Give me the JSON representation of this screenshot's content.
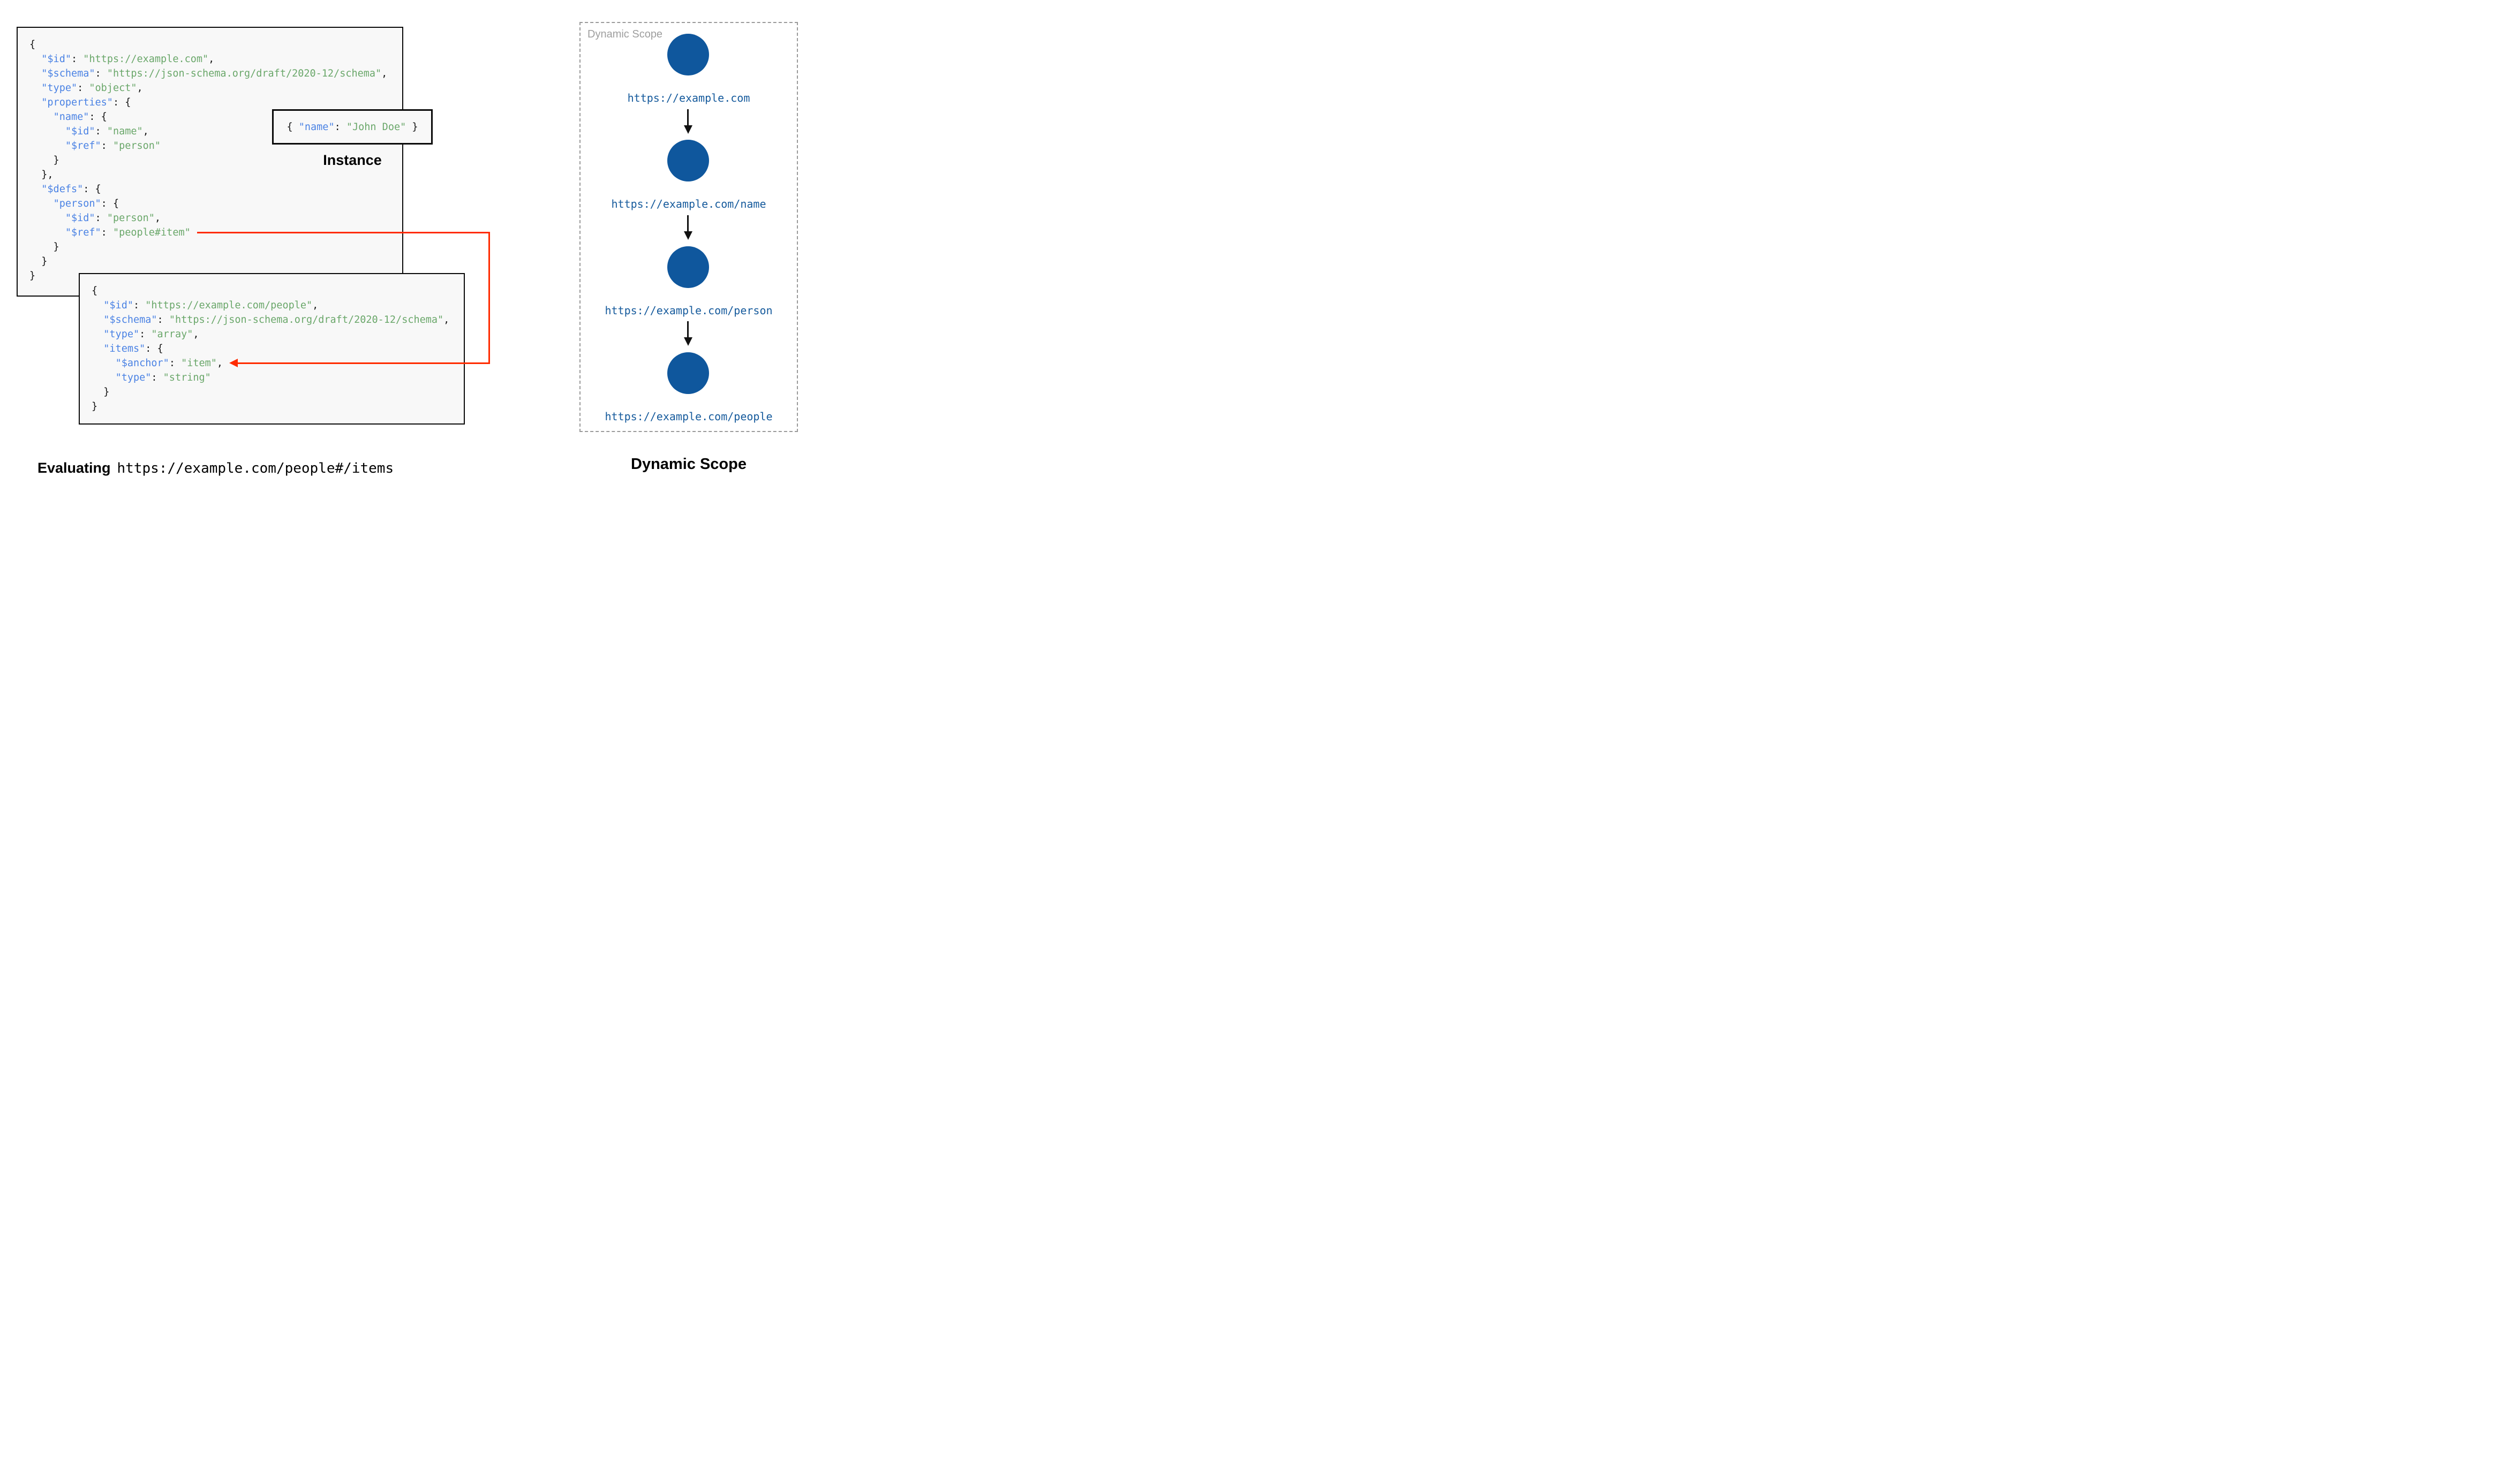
{
  "schema_box": {
    "lines": [
      [
        [
          "p",
          "{"
        ]
      ],
      [
        [
          "p",
          "  "
        ],
        [
          "k",
          "\"$id\""
        ],
        [
          "p",
          ": "
        ],
        [
          "s",
          "\"https://example.com\""
        ],
        [
          "p",
          ","
        ]
      ],
      [
        [
          "p",
          "  "
        ],
        [
          "k",
          "\"$schema\""
        ],
        [
          "p",
          ": "
        ],
        [
          "s",
          "\"https://json-schema.org/draft/2020-12/schema\""
        ],
        [
          "p",
          ","
        ]
      ],
      [
        [
          "p",
          "  "
        ],
        [
          "k",
          "\"type\""
        ],
        [
          "p",
          ": "
        ],
        [
          "s",
          "\"object\""
        ],
        [
          "p",
          ","
        ]
      ],
      [
        [
          "p",
          "  "
        ],
        [
          "k",
          "\"properties\""
        ],
        [
          "p",
          ": {"
        ]
      ],
      [
        [
          "p",
          "    "
        ],
        [
          "k",
          "\"name\""
        ],
        [
          "p",
          ": {"
        ]
      ],
      [
        [
          "p",
          "      "
        ],
        [
          "k",
          "\"$id\""
        ],
        [
          "p",
          ": "
        ],
        [
          "s",
          "\"name\""
        ],
        [
          "p",
          ","
        ]
      ],
      [
        [
          "p",
          "      "
        ],
        [
          "k",
          "\"$ref\""
        ],
        [
          "p",
          ": "
        ],
        [
          "s",
          "\"person\""
        ]
      ],
      [
        [
          "p",
          "    }"
        ]
      ],
      [
        [
          "p",
          "  },"
        ]
      ],
      [
        [
          "p",
          "  "
        ],
        [
          "k",
          "\"$defs\""
        ],
        [
          "p",
          ": {"
        ]
      ],
      [
        [
          "p",
          "    "
        ],
        [
          "k",
          "\"person\""
        ],
        [
          "p",
          ": {"
        ]
      ],
      [
        [
          "p",
          "      "
        ],
        [
          "k",
          "\"$id\""
        ],
        [
          "p",
          ": "
        ],
        [
          "s",
          "\"person\""
        ],
        [
          "p",
          ","
        ]
      ],
      [
        [
          "p",
          "      "
        ],
        [
          "k",
          "\"$ref\""
        ],
        [
          "p",
          ": "
        ],
        [
          "s",
          "\"people#item\""
        ]
      ],
      [
        [
          "p",
          "    }"
        ]
      ],
      [
        [
          "p",
          "  }"
        ]
      ],
      [
        [
          "p",
          "}"
        ]
      ]
    ]
  },
  "people_box": {
    "lines": [
      [
        [
          "p",
          "{"
        ]
      ],
      [
        [
          "p",
          "  "
        ],
        [
          "k",
          "\"$id\""
        ],
        [
          "p",
          ": "
        ],
        [
          "s",
          "\"https://example.com/people\""
        ],
        [
          "p",
          ","
        ]
      ],
      [
        [
          "p",
          "  "
        ],
        [
          "k",
          "\"$schema\""
        ],
        [
          "p",
          ": "
        ],
        [
          "s",
          "\"https://json-schema.org/draft/2020-12/schema\""
        ],
        [
          "p",
          ","
        ]
      ],
      [
        [
          "p",
          "  "
        ],
        [
          "k",
          "\"type\""
        ],
        [
          "p",
          ": "
        ],
        [
          "s",
          "\"array\""
        ],
        [
          "p",
          ","
        ]
      ],
      [
        [
          "p",
          "  "
        ],
        [
          "k",
          "\"items\""
        ],
        [
          "p",
          ": {"
        ]
      ],
      [
        [
          "p",
          "    "
        ],
        [
          "k",
          "\"$anchor\""
        ],
        [
          "p",
          ": "
        ],
        [
          "s",
          "\"item\""
        ],
        [
          "p",
          ","
        ]
      ],
      [
        [
          "p",
          "    "
        ],
        [
          "k",
          "\"type\""
        ],
        [
          "p",
          ": "
        ],
        [
          "s",
          "\"string\""
        ]
      ],
      [
        [
          "p",
          "  }"
        ]
      ],
      [
        [
          "p",
          "}"
        ]
      ]
    ]
  },
  "instance_box": {
    "label": "Instance",
    "lines": [
      [
        [
          "p",
          "{ "
        ],
        [
          "k",
          "\"name\""
        ],
        [
          "p",
          ": "
        ],
        [
          "s",
          "\"John Doe\""
        ],
        [
          "p",
          " }"
        ]
      ]
    ]
  },
  "dynamic_scope": {
    "frame_label": "Dynamic Scope",
    "title": "Dynamic Scope",
    "nodes": [
      {
        "url": "https://example.com"
      },
      {
        "url": "https://example.com/name"
      },
      {
        "url": "https://example.com/person"
      },
      {
        "url": "https://example.com/people"
      }
    ]
  },
  "caption": {
    "prefix": "Evaluating",
    "uri": "https://example.com/people#/items"
  },
  "colors": {
    "key_blue": "#4a82e4",
    "string_green": "#6aa76a",
    "punctuation": "#161616",
    "node_blue": "#0f579d",
    "url_blue": "#155a9c",
    "ref_arrow_red": "#ff2b00",
    "box_background": "#f8f8f8",
    "box_border": "#0a0a0a",
    "scope_frame_gray": "#9a9a9a",
    "frame_label_gray": "#9e9e9e"
  }
}
